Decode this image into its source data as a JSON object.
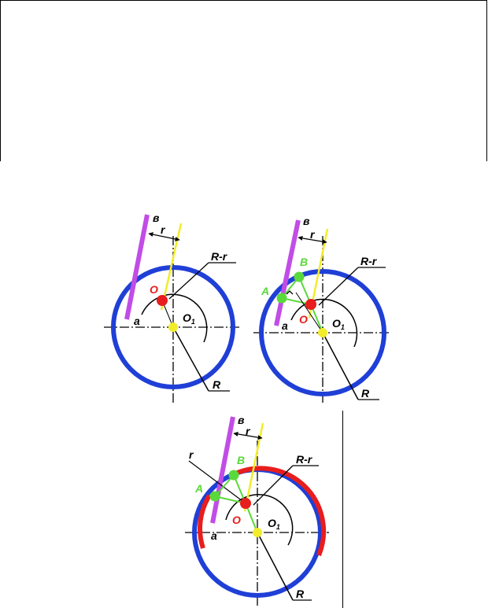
{
  "labels": {
    "line_e": "в",
    "offset_r": "r",
    "radius_diff": "R-r",
    "center_o": "O",
    "center_o1": "O",
    "center_o1_sub": "1",
    "line_a": "a",
    "radius_big": "R",
    "point_a": "A",
    "point_b": "B"
  },
  "colors": {
    "circle": "#1f3fd6",
    "arc_highlight": "#e81d1d",
    "line_e": "#c14de6",
    "line_r": "#f2ec2a",
    "point_o": "#e81d1d",
    "point_o1": "#f2ec2a",
    "points_ab": "#5ad93a"
  }
}
